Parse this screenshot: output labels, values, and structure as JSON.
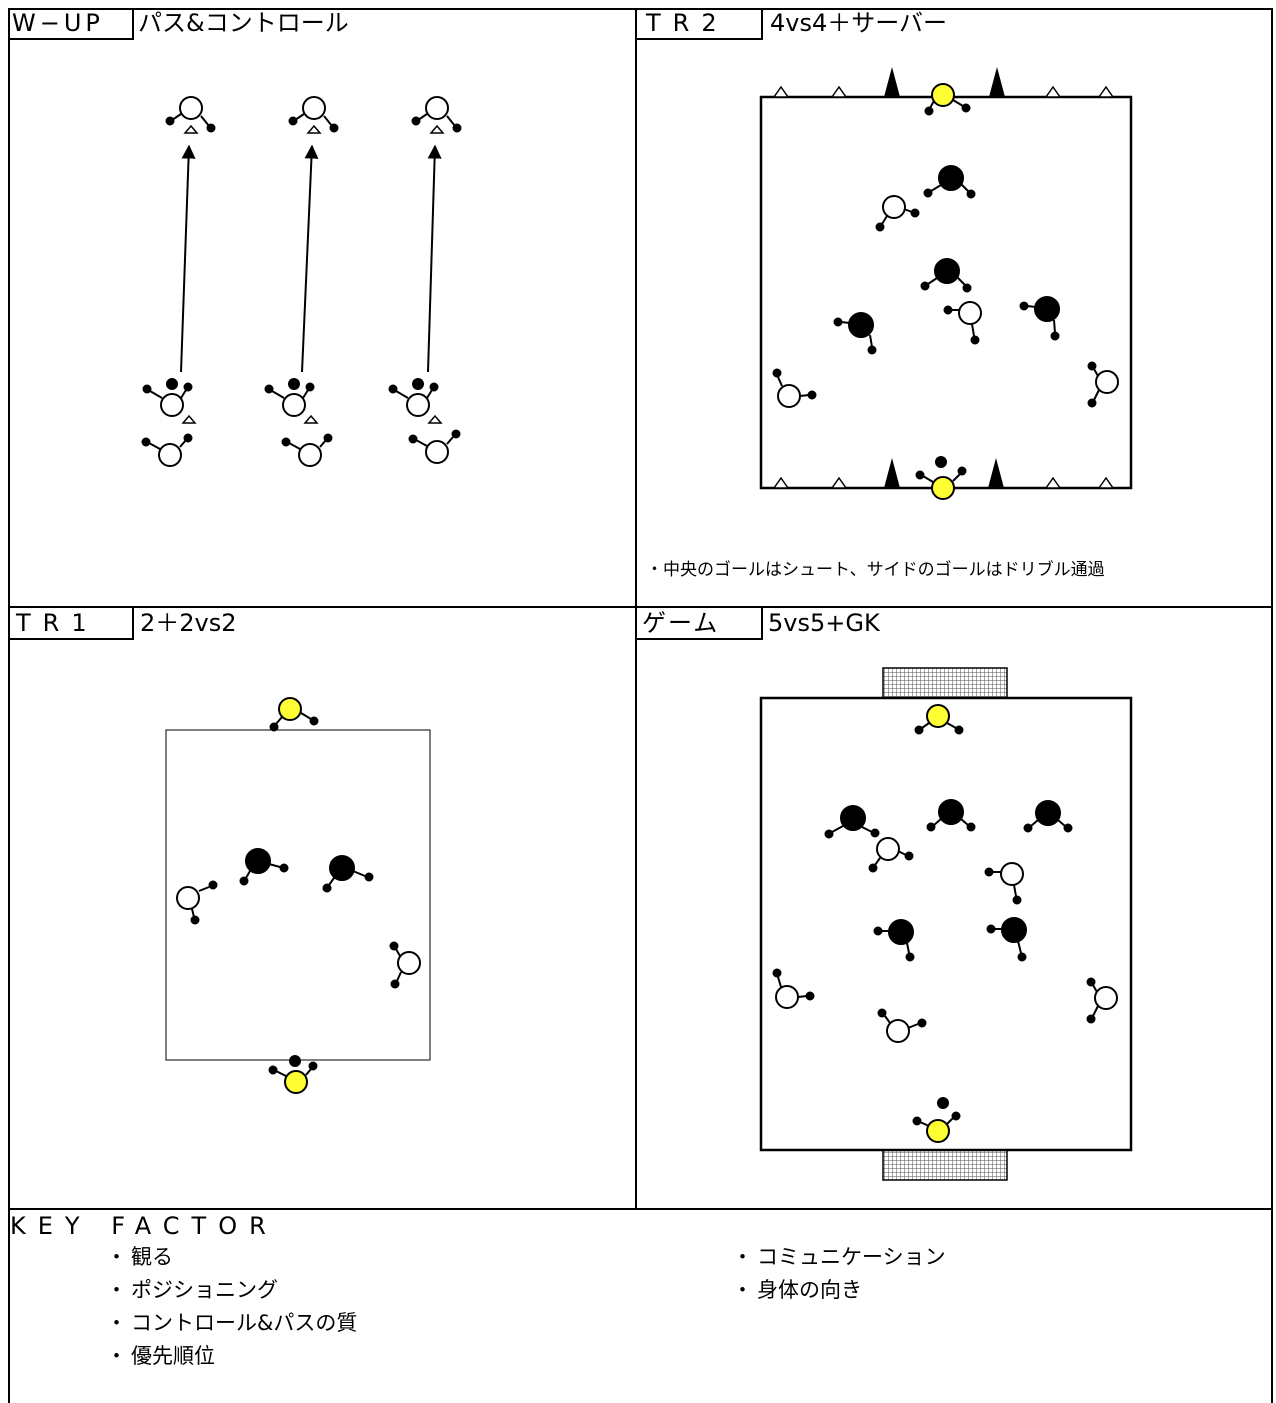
{
  "panels": {
    "wup": {
      "tag": "W−UP",
      "title": "パス&コントロール"
    },
    "tr2": {
      "tag": "TR2",
      "title": "4vs4＋サーバー",
      "note": "・中央のゴールはシュート、サイドのゴールはドリブル通過"
    },
    "tr1": {
      "tag": "TR1",
      "title": "2＋2vs2"
    },
    "game": {
      "tag": "ゲーム",
      "title": "5vs5+GK"
    }
  },
  "key_factor": {
    "title": "KEY FACTOR",
    "left_items": [
      "観る",
      "ポジショニング",
      "コントロール&パスの質",
      "優先順位"
    ],
    "right_items": [
      "コミュニケーション",
      "身体の向き"
    ]
  },
  "colors": {
    "server": "#ffff33",
    "player_black": "#000000",
    "player_white": "#ffffff",
    "goal_net": "#888888"
  }
}
